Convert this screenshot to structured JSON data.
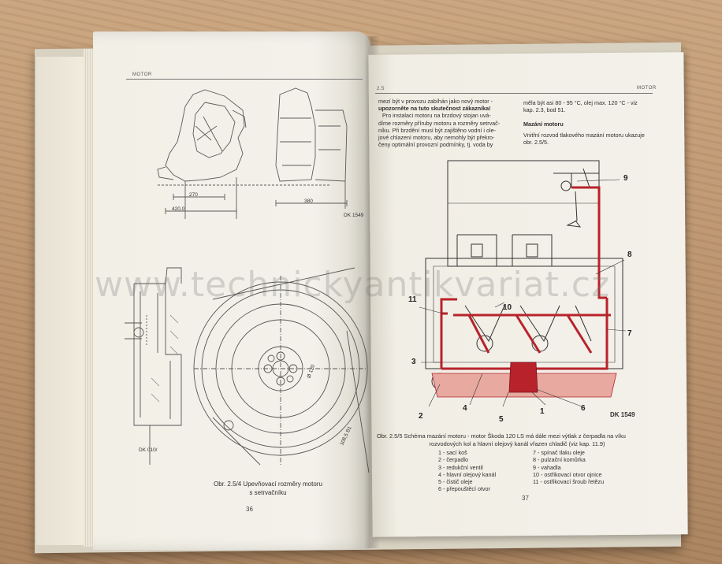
{
  "left_page": {
    "running_head": "MOTOR",
    "caption_line1": "Obr. 2.5/4 Upevňovací rozměry motoru",
    "caption_line2": "s setrvačníku",
    "page_number": "36",
    "drawing_marks": {
      "dim_a": "270",
      "dim_b": "380",
      "dim_total": "420,0",
      "dk_top": "DK 1549",
      "dk_bottom": "DK 010/",
      "flywheel_dim1": "Ø 120",
      "flywheel_dim2": "108,5 B1"
    }
  },
  "right_page": {
    "section_tag": "2.5",
    "running_head": "MOTOR",
    "col1": [
      "mezí být v provozu zabíhán jako nový motor -",
      "upozorněte na tuto skutečnost zákazníka!",
      "Pro instalaci motoru na brzdový stojan uvá-",
      "díme rozměry příruby motoru a rozměry setrvač-",
      "níku. Při brzdění musí být zajištěno vodní i ole-",
      "jové chlazení motoru, aby nemohly být překro-",
      "čeny optimální provozní podmínky, tj. voda by"
    ],
    "col2_top": [
      "měla být asi 80 - 95 °C, olej max. 120 °C - viz",
      "kap. 2.3, bod 51."
    ],
    "col2_heading": "Mazání motoru",
    "col2_body": [
      "Vnitřní rozvod tlakového mazání motoru ukazuje",
      "obr. 2.5/5."
    ],
    "callouts": [
      "9",
      "8",
      "11",
      "10",
      "7",
      "3",
      "2",
      "4",
      "5",
      "1",
      "6"
    ],
    "dk_label": "DK 1549",
    "caption_line1": "Obr. 2.5/5 Schéma mazání motoru - motor Škoda 120 LS má dále mezi výtlak z čerpadla na víku",
    "caption_line2": "rozvodových kol a hlavní olejový kanál vřazen chladič (viz kap. 11.9)",
    "legend_left": [
      "1 - sací koš",
      "2 - čerpadlo",
      "3 - redukční ventil",
      "4 - hlavní olejový kanál",
      "5 - čistič oleje",
      "6 - přepouštěcí otvor"
    ],
    "legend_right": [
      "7 - spínač tlaku oleje",
      "8 - pulzační komůrka",
      "9 - vahadla",
      "10 - ostřikovací otvor ojnice",
      "11 - ostřikovací šroub řetězu"
    ],
    "page_number": "37"
  },
  "watermark": "www.technickyantikvariat.cz",
  "colors": {
    "oil_red": "#b8232b",
    "oil_sump": "#e7a9a0",
    "paper": "#f3f1ea",
    "table": "#b8906a"
  }
}
